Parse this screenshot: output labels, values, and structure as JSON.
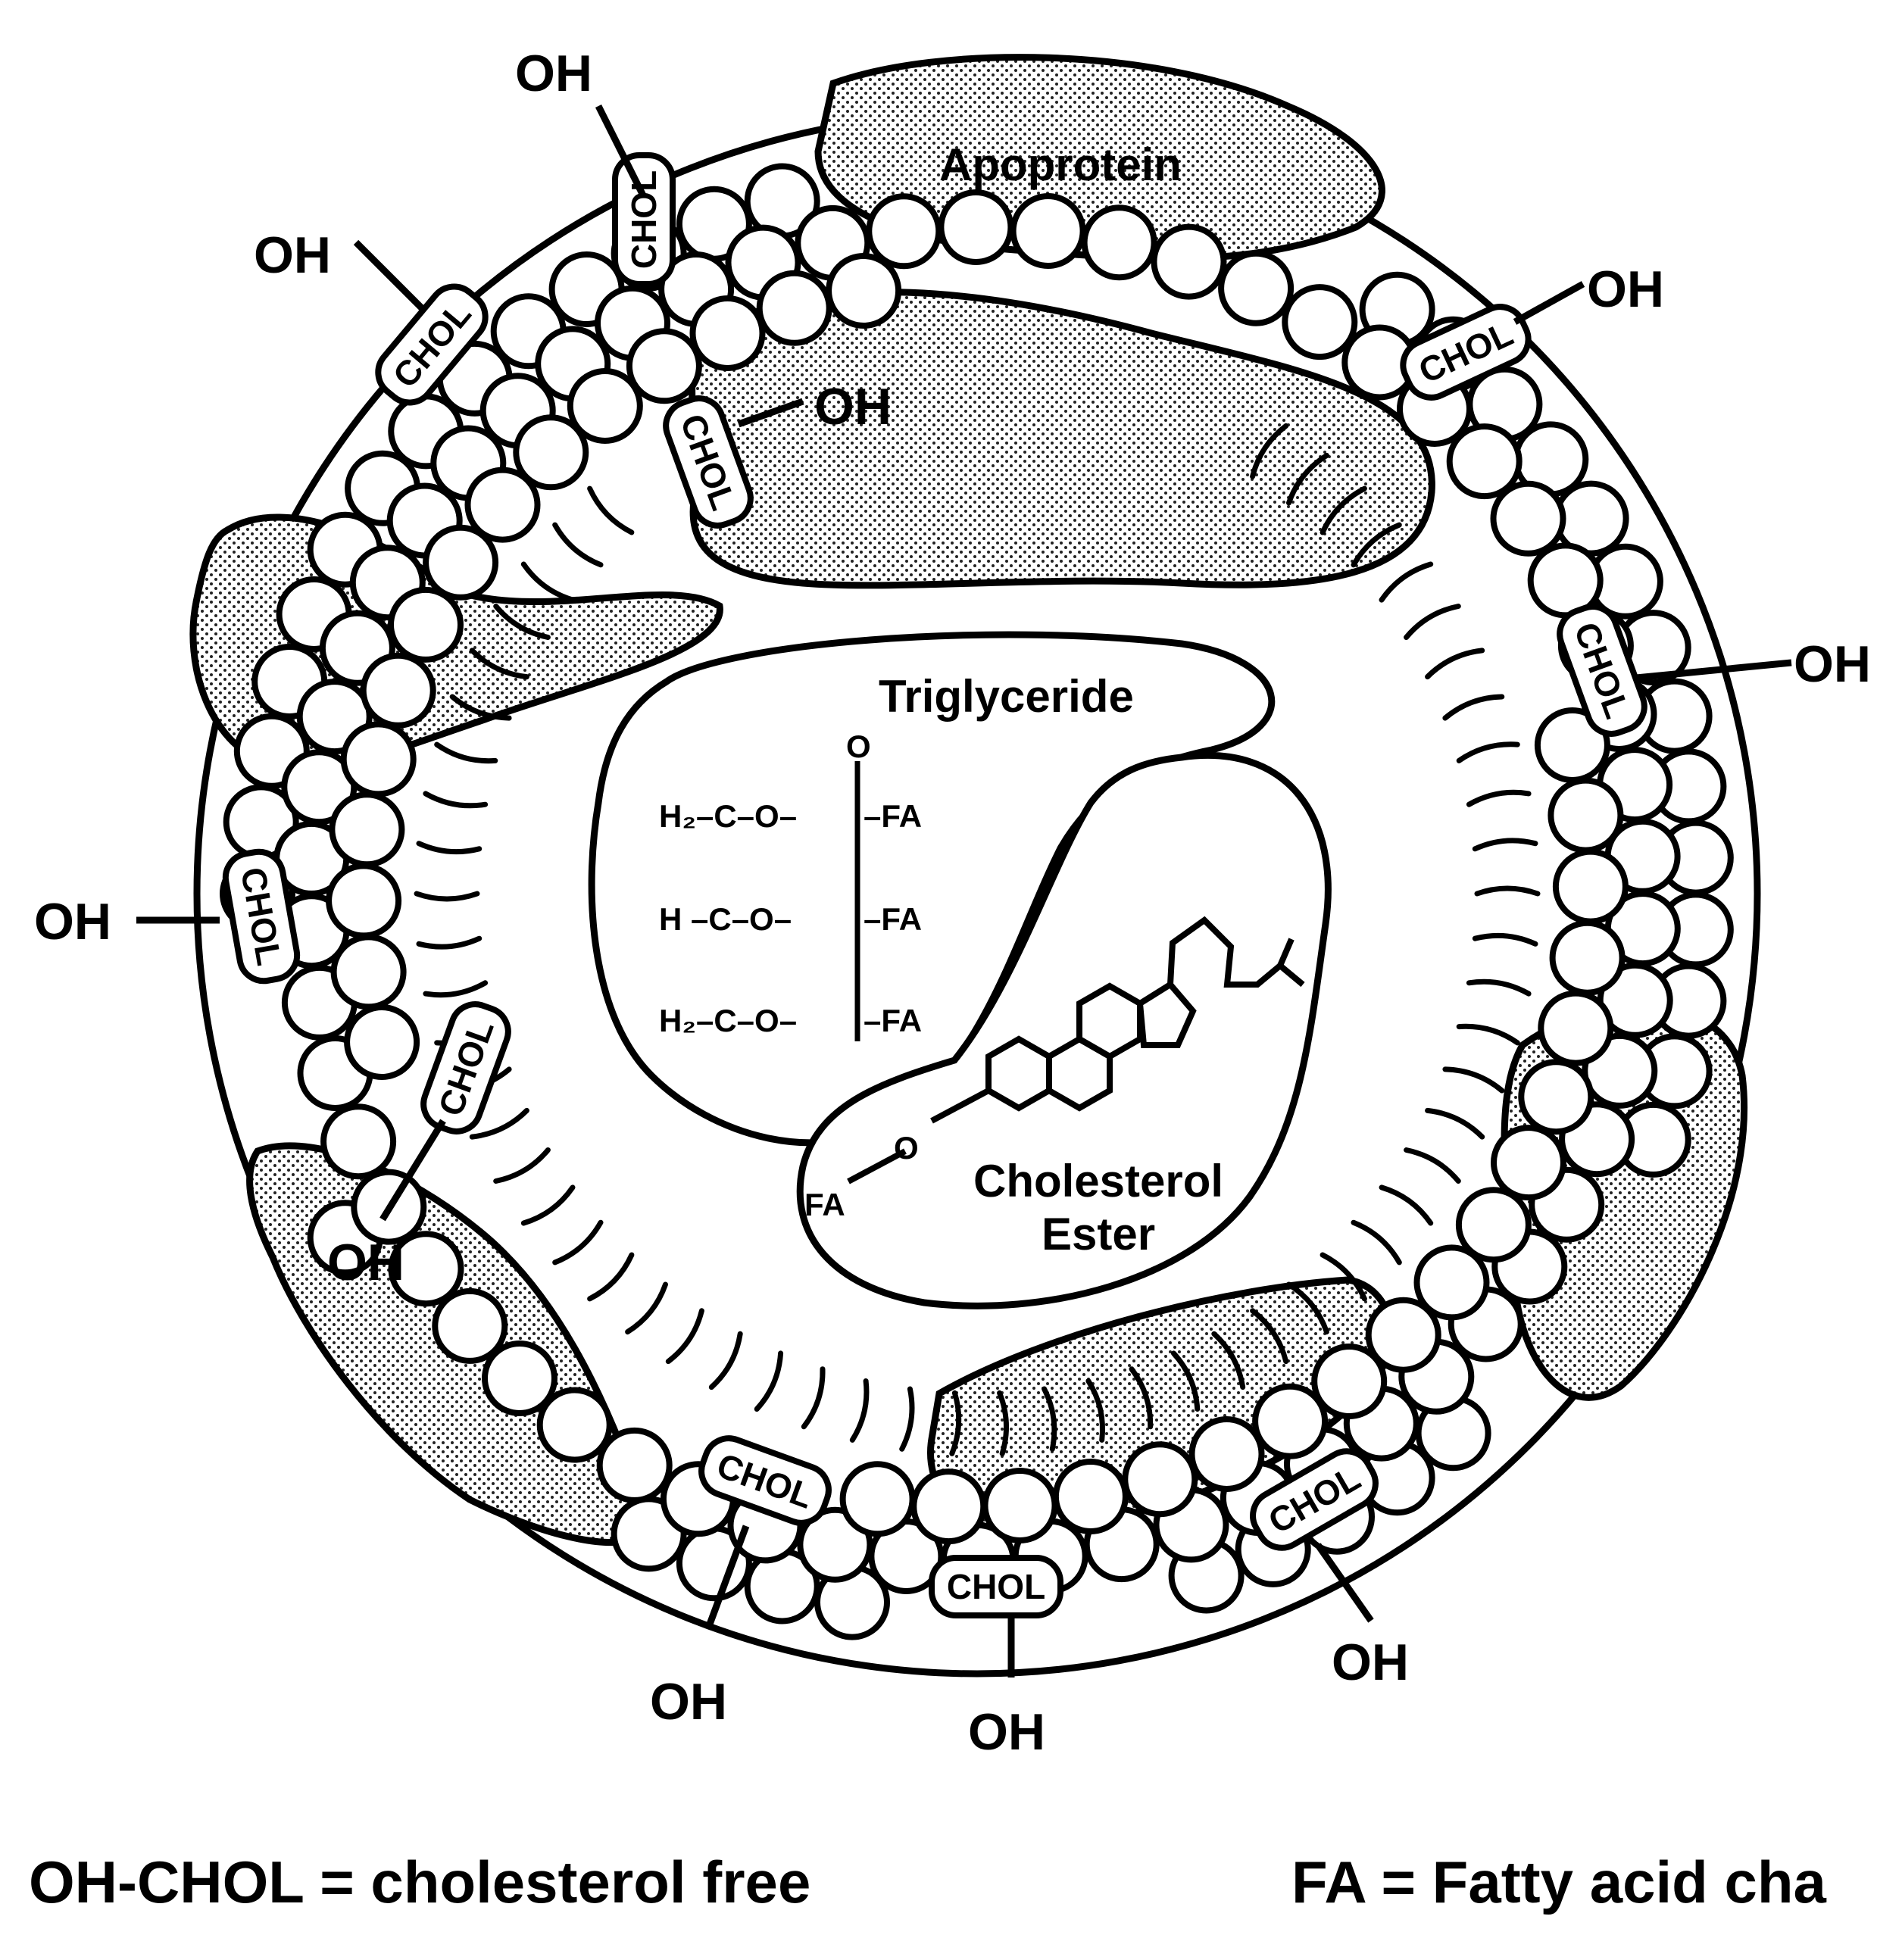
{
  "labels": {
    "apoprotein": "Apoprotein",
    "triglyceride": "Triglyceride",
    "cholesterol_ester_line1": "Cholesterol",
    "cholesterol_ester_line2": "Ester",
    "chol": "CHOL",
    "oh": "OH",
    "fa": "FA",
    "triglyceride_rows": [
      {
        "left": "H₂–C–O–",
        "right": "–FA"
      },
      {
        "left": "H –C–O–",
        "right": "–FA"
      },
      {
        "left": "H₂–C–O–",
        "right": "–FA"
      }
    ],
    "carbonyl_o": "O",
    "ester_o": "O"
  },
  "legend": {
    "left": "OH-CHOL = cholesterol free",
    "right": "FA = Fatty acid cha"
  }
}
